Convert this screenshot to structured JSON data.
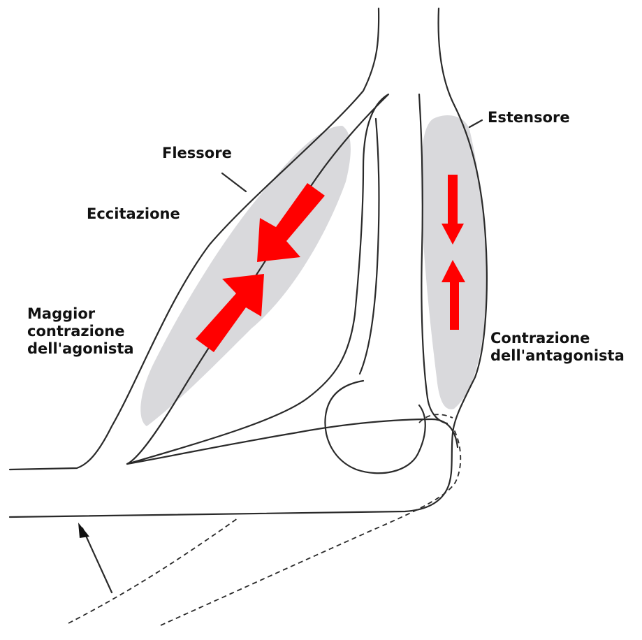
{
  "labels": {
    "flexor": "Flessore",
    "extensor": "Estensore",
    "excitation": "Eccitazione",
    "agonist": [
      "Maggior",
      "contrazione",
      "dell'agonista"
    ],
    "antagonist": [
      "Contrazione",
      "dell'antagonista"
    ]
  },
  "colors": {
    "muscle": "#d9d9dc",
    "arrow": "#ff0000",
    "line": "#2a2a2a"
  }
}
